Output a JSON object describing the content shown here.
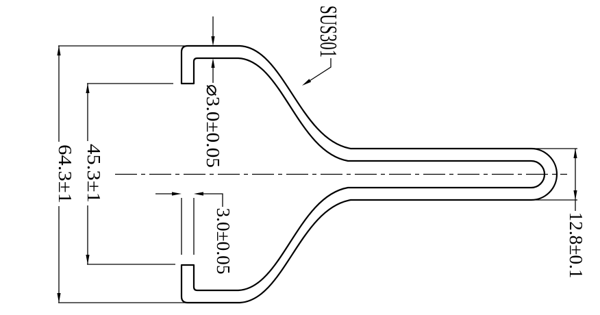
{
  "drawing": {
    "material_label": "SUS301",
    "dimensions": {
      "overall_height": "64.3±1",
      "leg_gap_height": "45.3±1",
      "top_thickness": "⌀3.0±0.05",
      "bottom_thickness": "3.0±0.05",
      "tip_height": "12.8±0.1"
    },
    "colors": {
      "line": "#000000",
      "background": "#ffffff"
    }
  }
}
